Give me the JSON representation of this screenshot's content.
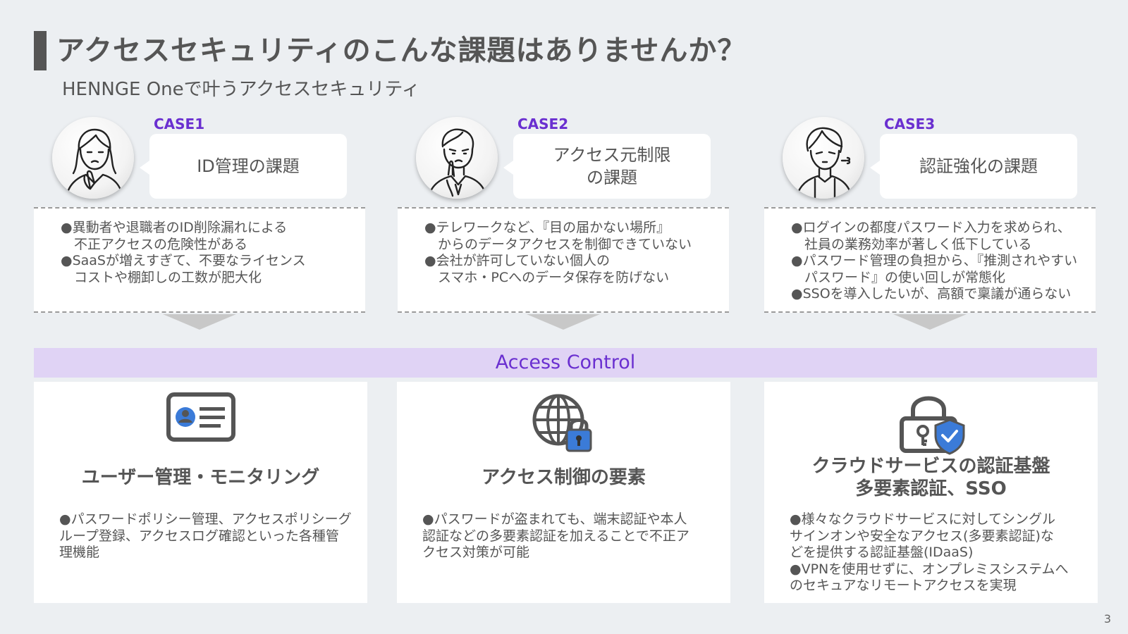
{
  "header": {
    "title": "アクセスセキュリティのこんな課題はありませんか？",
    "subtitle": "HENNGE Oneで叶うアクセスセキュリティ"
  },
  "cases": [
    {
      "label": "CASE1",
      "bubble_lines": [
        "ID管理の課題"
      ],
      "issues": [
        [
          "●異動者や退職者のID削除漏れによる",
          "不正アクセスの危険性がある"
        ],
        [
          "●SaaSが増えすぎて、不要なライセンス",
          "コストや棚卸しの工数が肥大化"
        ]
      ]
    },
    {
      "label": "CASE2",
      "bubble_lines": [
        "アクセス元制限",
        "の課題"
      ],
      "issues": [
        [
          "●テレワークなど、『目の届かない場所』",
          "からのデータアクセスを制御できていない"
        ],
        [
          "●会社が許可していない個人の",
          "スマホ・PCへのデータ保存を防げない"
        ]
      ]
    },
    {
      "label": "CASE3",
      "bubble_lines": [
        "認証強化の課題"
      ],
      "issues": [
        [
          "●ログインの都度パスワード入力を求められ、",
          "社員の業務効率が著しく低下している"
        ],
        [
          "●パスワード管理の負担から、『推測されやすい",
          "パスワード』の使い回しが常態化"
        ],
        [
          "●SSOを導入したいが、高額で稟議が通らない"
        ]
      ]
    }
  ],
  "access_control": {
    "label": "Access Control"
  },
  "cards": [
    {
      "icon": "id-card-icon",
      "title_lines": [
        "ユーザー管理・モニタリング"
      ],
      "desc_lines": [
        "●パスワードポリシー管理、アクセスポリシーグ",
        "ループ登録、アクセスログ確認といった各種管",
        "理機能"
      ]
    },
    {
      "icon": "globe-lock-icon",
      "title_lines": [
        "アクセス制御の要素"
      ],
      "desc_lines": [
        "●パスワードが盗まれても、端末認証や本人",
        "認証などの多要素認証を加えることで不正ア",
        "クセス対策が可能"
      ]
    },
    {
      "icon": "padlock-shield-icon",
      "title_lines": [
        "クラウドサービスの認証基盤",
        "多要素認証、SSO"
      ],
      "desc_lines": [
        "●様々なクラウドサービスに対してシングル",
        "サインオンや安全なアクセス(多要素認証)な",
        "どを提供する認証基盤(IDaaS)",
        "●VPNを使用せずに、オンプレミスシステムへ",
        "のセキュアなリモートアクセスを実現"
      ]
    }
  ],
  "colors": {
    "accent": "#6a2fd0",
    "band": "#e0d3f5",
    "icon_blue": "#3b7bd8",
    "dark_gray": "#555555"
  },
  "page_number": "3"
}
